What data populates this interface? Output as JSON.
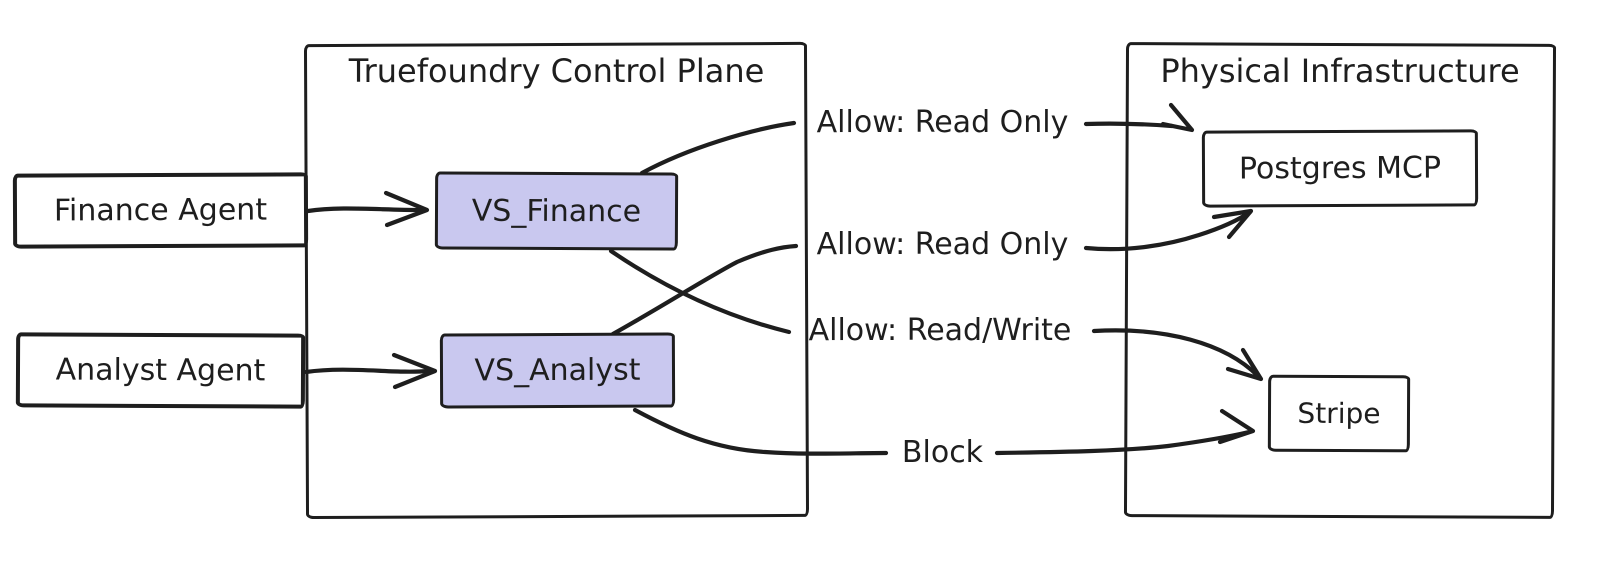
{
  "diagram": {
    "background": "#ffffff",
    "stroke_color": "#1e1e1e",
    "node_fill": "#c9c8ef",
    "containers": [
      {
        "id": "control-plane",
        "title": "Truefoundry Control Plane"
      },
      {
        "id": "physical-infrastructure",
        "title": "Physical Infrastructure"
      }
    ],
    "agents": [
      {
        "id": "finance-agent",
        "label": "Finance Agent"
      },
      {
        "id": "analyst-agent",
        "label": "Analyst Agent"
      }
    ],
    "virtual_servers": [
      {
        "id": "vs-finance",
        "label": "VS_Finance"
      },
      {
        "id": "vs-analyst",
        "label": "VS_Analyst"
      }
    ],
    "services": [
      {
        "id": "postgres-mcp",
        "label": "Postgres MCP"
      },
      {
        "id": "stripe",
        "label": "Stripe"
      }
    ],
    "edges": [
      {
        "from": "Finance Agent",
        "to": "VS_Finance",
        "label": ""
      },
      {
        "from": "Analyst Agent",
        "to": "VS_Analyst",
        "label": ""
      },
      {
        "from": "VS_Finance",
        "to": "Postgres MCP",
        "label": "Allow: Read Only"
      },
      {
        "from": "VS_Analyst",
        "to": "Postgres MCP",
        "label": "Allow: Read Only"
      },
      {
        "from": "VS_Finance",
        "to": "Stripe",
        "label": "Allow: Read/Write"
      },
      {
        "from": "VS_Analyst",
        "to": "Stripe",
        "label": "Block"
      }
    ]
  }
}
